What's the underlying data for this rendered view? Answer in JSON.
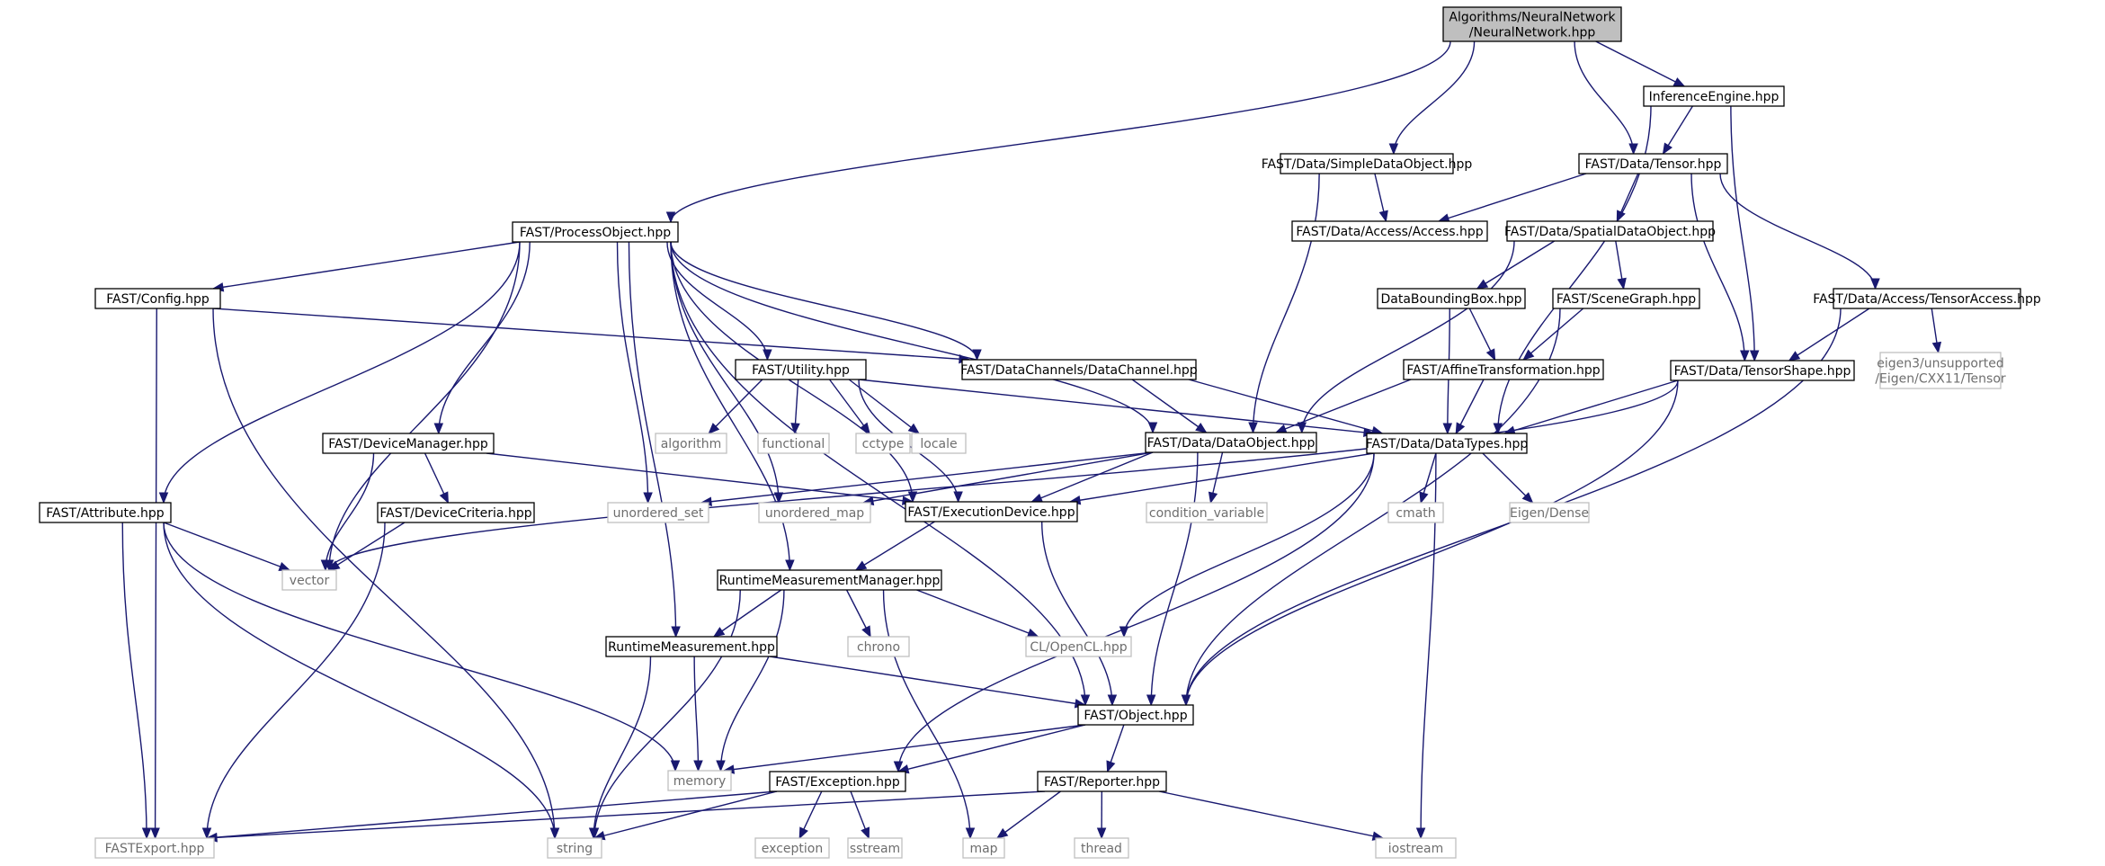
{
  "diagram": {
    "colors": {
      "edge": "#191970",
      "root_fill": "#bfbfbf",
      "local_border": "#000000",
      "system_border": "#bfbfbf",
      "system_text": "#6e6e6e"
    },
    "nodes": [
      {
        "id": "nn",
        "kind": "header",
        "lines": [
          "Algorithms/NeuralNetwork",
          "/NeuralNetwork.hpp"
        ]
      },
      {
        "id": "inference",
        "kind": "local",
        "lines": [
          "InferenceEngine.hpp"
        ]
      },
      {
        "id": "sdo",
        "kind": "local",
        "lines": [
          "FAST/Data/SimpleDataObject.hpp"
        ]
      },
      {
        "id": "tensor",
        "kind": "local",
        "lines": [
          "FAST/Data/Tensor.hpp"
        ]
      },
      {
        "id": "processobject",
        "kind": "local",
        "lines": [
          "FAST/ProcessObject.hpp"
        ]
      },
      {
        "id": "access",
        "kind": "local",
        "lines": [
          "FAST/Data/Access/Access.hpp"
        ]
      },
      {
        "id": "spatial",
        "kind": "local",
        "lines": [
          "FAST/Data/SpatialDataObject.hpp"
        ]
      },
      {
        "id": "config",
        "kind": "local",
        "lines": [
          "FAST/Config.hpp"
        ]
      },
      {
        "id": "dbb",
        "kind": "local",
        "lines": [
          "DataBoundingBox.hpp"
        ]
      },
      {
        "id": "scenegraph",
        "kind": "local",
        "lines": [
          "FAST/SceneGraph.hpp"
        ]
      },
      {
        "id": "tensoraccess",
        "kind": "local",
        "lines": [
          "FAST/Data/Access/TensorAccess.hpp"
        ]
      },
      {
        "id": "utility",
        "kind": "local",
        "lines": [
          "FAST/Utility.hpp"
        ]
      },
      {
        "id": "datachannel",
        "kind": "local",
        "lines": [
          "FAST/DataChannels/DataChannel.hpp"
        ]
      },
      {
        "id": "affine",
        "kind": "local",
        "lines": [
          "FAST/AffineTransformation.hpp"
        ]
      },
      {
        "id": "tensorshape",
        "kind": "local",
        "lines": [
          "FAST/Data/TensorShape.hpp"
        ]
      },
      {
        "id": "eigentensor",
        "kind": "system",
        "lines": [
          "eigen3/unsupported",
          "/Eigen/CXX11/Tensor"
        ]
      },
      {
        "id": "devicemanager",
        "kind": "local",
        "lines": [
          "FAST/DeviceManager.hpp"
        ]
      },
      {
        "id": "algorithm",
        "kind": "system",
        "lines": [
          "algorithm"
        ]
      },
      {
        "id": "functional",
        "kind": "system",
        "lines": [
          "functional"
        ]
      },
      {
        "id": "cctype",
        "kind": "system",
        "lines": [
          "cctype"
        ]
      },
      {
        "id": "locale",
        "kind": "system",
        "lines": [
          "locale"
        ]
      },
      {
        "id": "dataobject",
        "kind": "local",
        "lines": [
          "FAST/Data/DataObject.hpp"
        ]
      },
      {
        "id": "datatypes",
        "kind": "local",
        "lines": [
          "FAST/Data/DataTypes.hpp"
        ]
      },
      {
        "id": "attribute",
        "kind": "local",
        "lines": [
          "FAST/Attribute.hpp"
        ]
      },
      {
        "id": "devicecriteria",
        "kind": "local",
        "lines": [
          "FAST/DeviceCriteria.hpp"
        ]
      },
      {
        "id": "unordered_set",
        "kind": "system",
        "lines": [
          "unordered_set"
        ]
      },
      {
        "id": "unordered_map",
        "kind": "system",
        "lines": [
          "unordered_map"
        ]
      },
      {
        "id": "executiondevice",
        "kind": "local",
        "lines": [
          "FAST/ExecutionDevice.hpp"
        ]
      },
      {
        "id": "condvar",
        "kind": "system",
        "lines": [
          "condition_variable"
        ]
      },
      {
        "id": "cmath",
        "kind": "system",
        "lines": [
          "cmath"
        ]
      },
      {
        "id": "eigendense",
        "kind": "system",
        "lines": [
          "Eigen/Dense"
        ]
      },
      {
        "id": "vector",
        "kind": "system",
        "lines": [
          "vector"
        ]
      },
      {
        "id": "rtmm",
        "kind": "local",
        "lines": [
          "RuntimeMeasurementManager.hpp"
        ]
      },
      {
        "id": "rtm",
        "kind": "local",
        "lines": [
          "RuntimeMeasurement.hpp"
        ]
      },
      {
        "id": "chrono",
        "kind": "system",
        "lines": [
          "chrono"
        ]
      },
      {
        "id": "opencl",
        "kind": "system",
        "lines": [
          "CL/OpenCL.hpp"
        ]
      },
      {
        "id": "object",
        "kind": "local",
        "lines": [
          "FAST/Object.hpp"
        ]
      },
      {
        "id": "memory",
        "kind": "system",
        "lines": [
          "memory"
        ]
      },
      {
        "id": "exception_hpp",
        "kind": "local",
        "lines": [
          "FAST/Exception.hpp"
        ]
      },
      {
        "id": "reporter",
        "kind": "local",
        "lines": [
          "FAST/Reporter.hpp"
        ]
      },
      {
        "id": "fastexport",
        "kind": "system",
        "lines": [
          "FASTExport.hpp"
        ]
      },
      {
        "id": "string",
        "kind": "system",
        "lines": [
          "string"
        ]
      },
      {
        "id": "exception",
        "kind": "system",
        "lines": [
          "exception"
        ]
      },
      {
        "id": "sstream",
        "kind": "system",
        "lines": [
          "sstream"
        ]
      },
      {
        "id": "map",
        "kind": "system",
        "lines": [
          "map"
        ]
      },
      {
        "id": "thread",
        "kind": "system",
        "lines": [
          "thread"
        ]
      },
      {
        "id": "iostream",
        "kind": "system",
        "lines": [
          "iostream"
        ]
      }
    ],
    "edges": [
      [
        "nn",
        "processobject"
      ],
      [
        "nn",
        "sdo"
      ],
      [
        "nn",
        "tensor"
      ],
      [
        "nn",
        "inference"
      ],
      [
        "inference",
        "tensor"
      ],
      [
        "inference",
        "tensorshape"
      ],
      [
        "inference",
        "datatypes"
      ],
      [
        "sdo",
        "access"
      ],
      [
        "sdo",
        "dataobject"
      ],
      [
        "tensor",
        "access"
      ],
      [
        "tensor",
        "spatial"
      ],
      [
        "tensor",
        "tensoraccess"
      ],
      [
        "tensor",
        "tensorshape"
      ],
      [
        "spatial",
        "dbb"
      ],
      [
        "spatial",
        "scenegraph"
      ],
      [
        "spatial",
        "dataobject"
      ],
      [
        "dbb",
        "affine"
      ],
      [
        "dbb",
        "datatypes"
      ],
      [
        "scenegraph",
        "affine"
      ],
      [
        "scenegraph",
        "object"
      ],
      [
        "affine",
        "dataobject"
      ],
      [
        "affine",
        "datatypes"
      ],
      [
        "tensoraccess",
        "tensorshape"
      ],
      [
        "tensoraccess",
        "eigentensor"
      ],
      [
        "tensoraccess",
        "object"
      ],
      [
        "tensorshape",
        "datatypes"
      ],
      [
        "tensorshape",
        "vector"
      ],
      [
        "tensorshape",
        "object"
      ],
      [
        "processobject",
        "config"
      ],
      [
        "processobject",
        "attribute"
      ],
      [
        "processobject",
        "vector"
      ],
      [
        "processobject",
        "devicemanager"
      ],
      [
        "processobject",
        "unordered_set"
      ],
      [
        "processobject",
        "unordered_map"
      ],
      [
        "processobject",
        "rtmm"
      ],
      [
        "processobject",
        "rtm"
      ],
      [
        "processobject",
        "utility"
      ],
      [
        "processobject",
        "executiondevice"
      ],
      [
        "processobject",
        "datachannel"
      ],
      [
        "processobject",
        "dataobject"
      ],
      [
        "processobject",
        "object"
      ],
      [
        "config",
        "datachannel"
      ],
      [
        "config",
        "fastexport"
      ],
      [
        "config",
        "string"
      ],
      [
        "utility",
        "algorithm"
      ],
      [
        "utility",
        "functional"
      ],
      [
        "utility",
        "cctype"
      ],
      [
        "utility",
        "locale"
      ],
      [
        "utility",
        "datatypes"
      ],
      [
        "utility",
        "executiondevice"
      ],
      [
        "datachannel",
        "dataobject"
      ],
      [
        "datachannel",
        "datatypes"
      ],
      [
        "devicemanager",
        "devicecriteria"
      ],
      [
        "devicemanager",
        "vector"
      ],
      [
        "devicemanager",
        "executiondevice"
      ],
      [
        "devicecriteria",
        "vector"
      ],
      [
        "devicecriteria",
        "fastexport"
      ],
      [
        "attribute",
        "vector"
      ],
      [
        "attribute",
        "memory"
      ],
      [
        "attribute",
        "fastexport"
      ],
      [
        "attribute",
        "string"
      ],
      [
        "dataobject",
        "unordered_set"
      ],
      [
        "dataobject",
        "unordered_map"
      ],
      [
        "dataobject",
        "executiondevice"
      ],
      [
        "dataobject",
        "condvar"
      ],
      [
        "dataobject",
        "object"
      ],
      [
        "datatypes",
        "executiondevice"
      ],
      [
        "datatypes",
        "cmath"
      ],
      [
        "datatypes",
        "eigendense"
      ],
      [
        "datatypes",
        "opencl"
      ],
      [
        "datatypes",
        "exception_hpp"
      ],
      [
        "datatypes",
        "iostream"
      ],
      [
        "executiondevice",
        "rtmm"
      ],
      [
        "executiondevice",
        "object"
      ],
      [
        "rtmm",
        "rtm"
      ],
      [
        "rtmm",
        "chrono"
      ],
      [
        "rtmm",
        "opencl"
      ],
      [
        "rtmm",
        "memory"
      ],
      [
        "rtmm",
        "string"
      ],
      [
        "rtmm",
        "map"
      ],
      [
        "rtm",
        "object"
      ],
      [
        "rtm",
        "memory"
      ],
      [
        "rtm",
        "string"
      ],
      [
        "object",
        "memory"
      ],
      [
        "object",
        "exception_hpp"
      ],
      [
        "object",
        "reporter"
      ],
      [
        "exception_hpp",
        "fastexport"
      ],
      [
        "exception_hpp",
        "exception"
      ],
      [
        "exception_hpp",
        "sstream"
      ],
      [
        "exception_hpp",
        "string"
      ],
      [
        "reporter",
        "fastexport"
      ],
      [
        "reporter",
        "map"
      ],
      [
        "reporter",
        "thread"
      ],
      [
        "reporter",
        "iostream"
      ]
    ]
  }
}
